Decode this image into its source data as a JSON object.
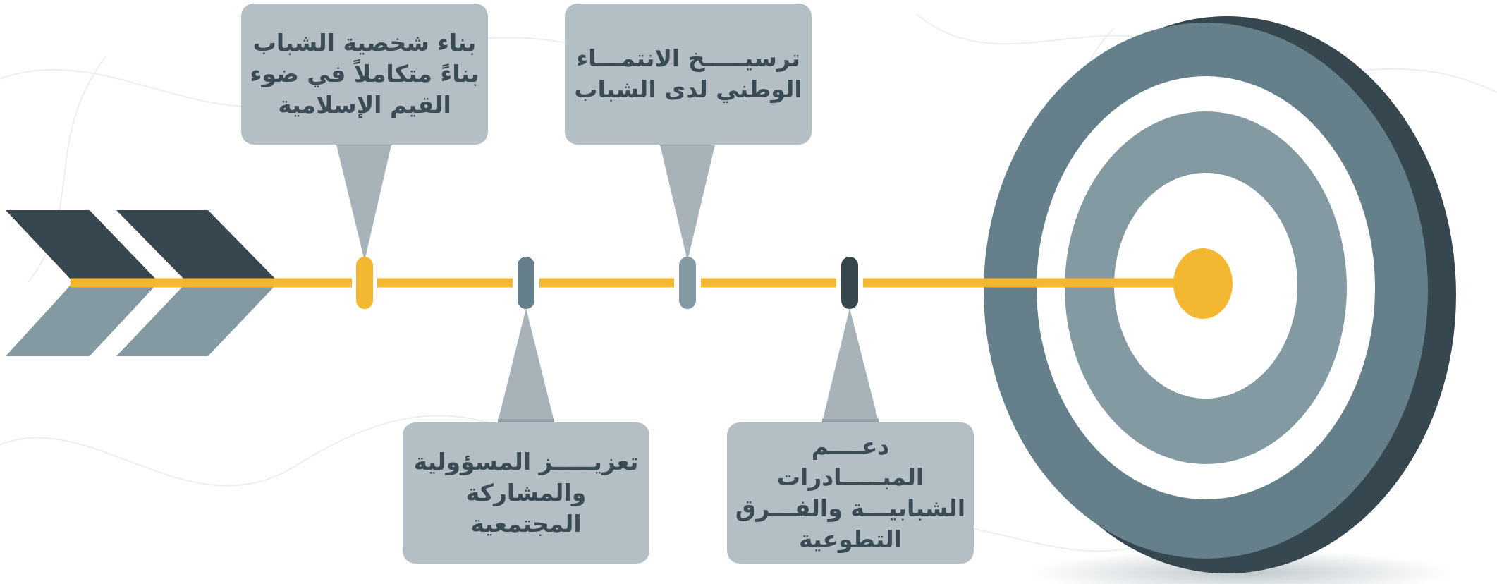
{
  "colors": {
    "arrow_dark": "#37474f",
    "arrow_light": "#849aa2",
    "shaft": "#f4b731",
    "box": "#b3bfc5",
    "pointer": "#a7b3b9",
    "text": "#3b4b55",
    "target_outer": "#65808a",
    "target_middle": "#849aa2",
    "target_inner": "#ffffff",
    "bullseye": "#f4b731",
    "target_rim": "#37474f"
  },
  "goals": [
    {
      "text": "بناء  شخصية  الشباب\nبناءً متكاملاً في ضوء\nالقيم الإسلامية",
      "marker_color": "#f4b731"
    },
    {
      "text": "تعزيـــــز المسؤولية\nوالمشاركة المجتمعية",
      "marker_color": "#65808a"
    },
    {
      "text": "ترسيـــــخ الانتمـــاء\nالوطني لدى الشباب",
      "marker_color": "#849aa2"
    },
    {
      "text": "دعــــم المبـــــادرات\nالشبابيـــة والفـــرق\nالتطوعية",
      "marker_color": "#37474f"
    }
  ]
}
